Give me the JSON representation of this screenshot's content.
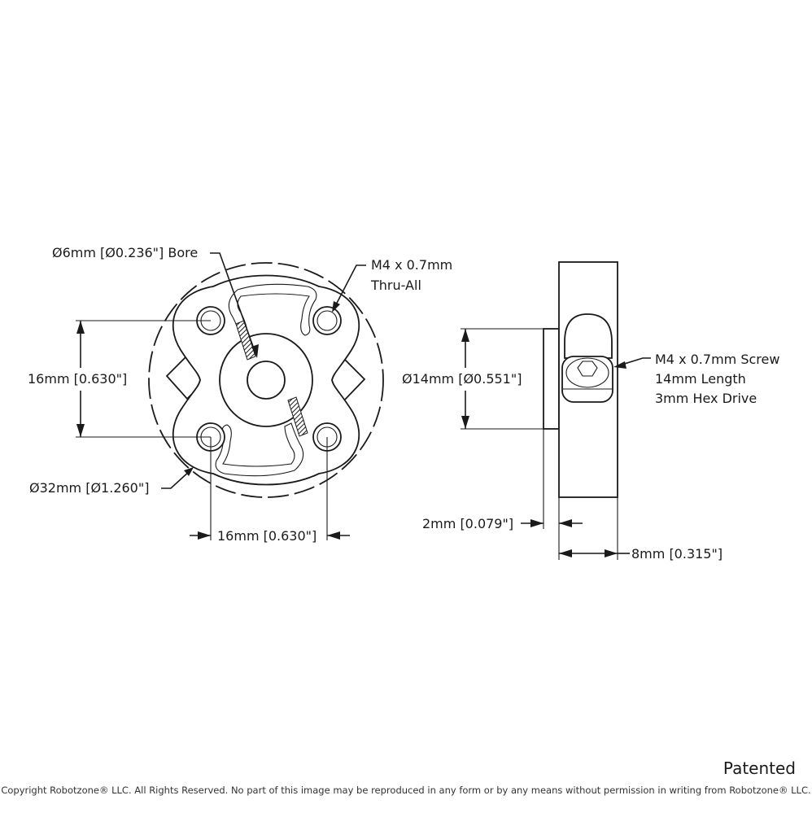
{
  "front_view": {
    "bore_label": "Ø6mm [Ø0.236\"] Bore",
    "thread_label_line1": "M4 x 0.7mm",
    "thread_label_line2": "Thru-All",
    "vertical_spacing_label": "16mm [0.630\"]",
    "outer_diameter_label": "Ø32mm [Ø1.260\"]",
    "horizontal_spacing_label": "16mm [0.630\"]"
  },
  "side_view": {
    "hub_diameter_label": "Ø14mm [Ø0.551\"]",
    "screw_label_line1": "M4 x 0.7mm Screw",
    "screw_label_line2": "14mm Length",
    "screw_label_line3": "3mm Hex Drive",
    "hub_length_label": "2mm [0.079\"]",
    "thickness_label": "8mm [0.315\"]"
  },
  "footer": {
    "patented": "Patented",
    "copyright": "Copyright Robotzone® LLC.  All Rights Reserved. No part of this image may be reproduced in any form or by any means without permission in writing from Robotzone® LLC."
  },
  "colors": {
    "line": "#1a1a1a",
    "background": "#ffffff"
  }
}
